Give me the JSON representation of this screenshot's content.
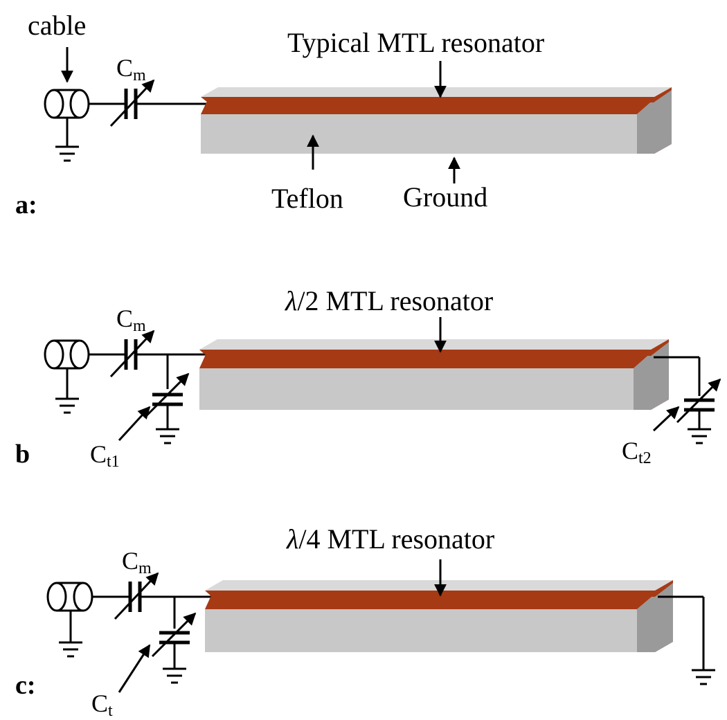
{
  "panels": {
    "a": {
      "label": "a:",
      "title": "Typical MTL resonator",
      "cable": "cable",
      "cm_main": "C",
      "cm_sub": "m",
      "teflon": "Teflon",
      "ground": "Ground"
    },
    "b": {
      "label": "b",
      "title_lambda": "λ",
      "title": "/2 MTL resonator",
      "cm_main": "C",
      "cm_sub": "m",
      "ct1_main": "C",
      "ct1_sub": "t1",
      "ct2_main": "C",
      "ct2_sub": "t2"
    },
    "c": {
      "label": "c:",
      "title_lambda": "λ",
      "title": "/4 MTL resonator",
      "cm_main": "C",
      "cm_sub": "m",
      "ct_main": "C",
      "ct_sub": "t"
    }
  },
  "colors": {
    "copper": "#A63A14",
    "teflon_front": "#C8C8C8",
    "teflon_side": "#9A9A9A",
    "copper_top_edge": "#D9D9D9"
  }
}
